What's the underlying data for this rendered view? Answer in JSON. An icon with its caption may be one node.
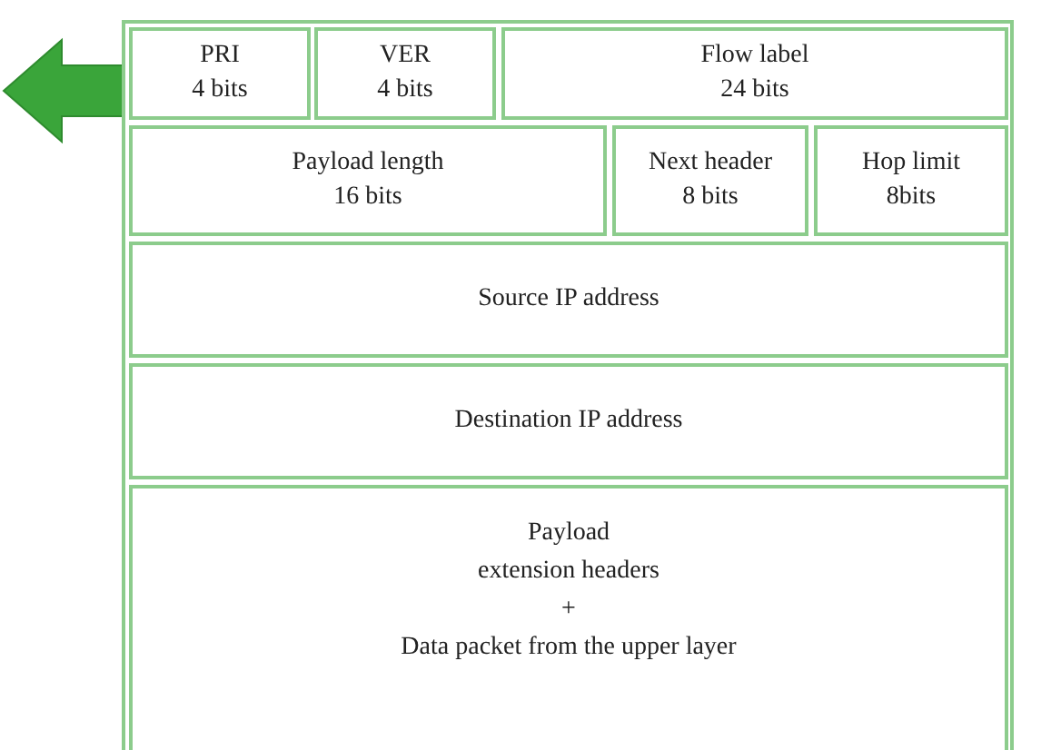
{
  "diagram": {
    "nodes": [
      {
        "text": [
          "PRI",
          "4 bits"
        ]
      },
      {
        "text": [
          "VER",
          "4 bits"
        ]
      },
      {
        "text": [
          "Flow label",
          "24 bits"
        ]
      },
      {
        "text": [
          "Payload length",
          "16 bits"
        ]
      },
      {
        "text": [
          "Next header",
          "8 bits"
        ]
      },
      {
        "text": [
          "Hop limit",
          "8bits"
        ]
      },
      {
        "text": [
          "Source IP address"
        ]
      },
      {
        "text": [
          "Destination IP address"
        ]
      },
      {
        "text": [
          "Payload",
          "extension headers",
          "+",
          "Data packet from the upper layer"
        ]
      }
    ]
  }
}
